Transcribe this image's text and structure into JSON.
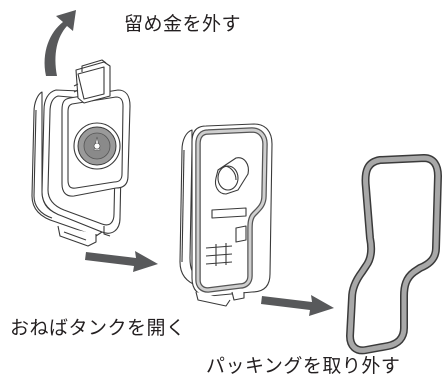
{
  "steps": [
    {
      "label": "留め金を外す"
    },
    {
      "label": "おねばタンクを開く"
    },
    {
      "label": "パッキングを取り外す"
    }
  ],
  "colors": {
    "arrow": "#58595b",
    "outline": "#3a3a3a",
    "body_fill": "#ffffff",
    "knob_fill": "#9a9a9a",
    "gasket": "#9d9d9d",
    "text": "#231f20"
  }
}
